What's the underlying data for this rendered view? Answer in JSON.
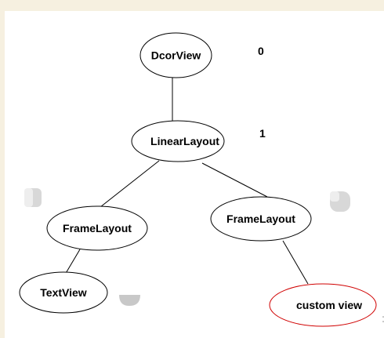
{
  "diagram": {
    "nodes": {
      "decor_view": {
        "label": "DcorView"
      },
      "linear_layout": {
        "label": "LinearLayout"
      },
      "frame_layout_left": {
        "label": "FrameLayout"
      },
      "frame_layout_right": {
        "label": "FrameLayout"
      },
      "text_view": {
        "label": "TextView"
      },
      "custom_view": {
        "label": "custom view"
      }
    },
    "levels": {
      "level_0": "0",
      "level_1": "1"
    },
    "colors": {
      "background": "#f6f0e0",
      "canvas": "#ffffff",
      "stroke": "#000000",
      "highlight": "#d00000",
      "blob": "#c8c8c8"
    }
  }
}
